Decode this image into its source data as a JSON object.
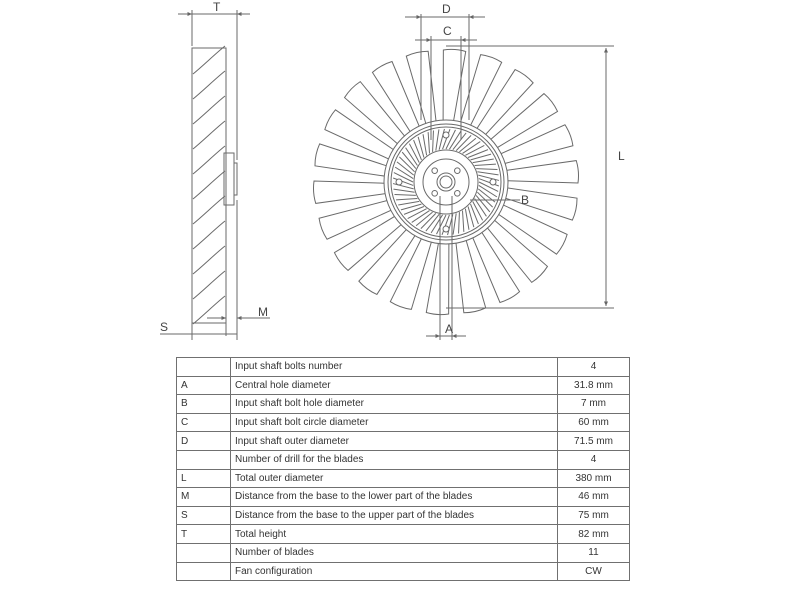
{
  "labels": {
    "T": "T",
    "D": "D",
    "C": "C",
    "L": "L",
    "B": "B",
    "S": "S",
    "M": "M",
    "A": "A"
  },
  "spec_table": {
    "rows": [
      {
        "key": "",
        "description": "Input shaft bolts number",
        "value": "4"
      },
      {
        "key": "A",
        "description": "Central hole diameter",
        "value": "31.8 mm"
      },
      {
        "key": "B",
        "description": "Input shaft bolt hole diameter",
        "value": "7 mm"
      },
      {
        "key": "C",
        "description": "Input shaft bolt circle diameter",
        "value": "60 mm"
      },
      {
        "key": "D",
        "description": "Input shaft outer diameter",
        "value": "71.5 mm"
      },
      {
        "key": "",
        "description": "Number of drill for the blades",
        "value": "4"
      },
      {
        "key": "L",
        "description": "Total outer diameter",
        "value": "380 mm"
      },
      {
        "key": "M",
        "description": "Distance from the base to the lower part of the blades",
        "value": "46 mm"
      },
      {
        "key": "S",
        "description": "Distance from the base to the upper part of the blades",
        "value": "75 mm"
      },
      {
        "key": "T",
        "description": "Total height",
        "value": "82 mm"
      },
      {
        "key": "",
        "description": "Number of blades",
        "value": "11"
      },
      {
        "key": "",
        "description": "Fan configuration",
        "value": "CW"
      }
    ]
  },
  "colors": {
    "line": "#6a6a6a",
    "text": "#444444",
    "border": "#707070"
  }
}
